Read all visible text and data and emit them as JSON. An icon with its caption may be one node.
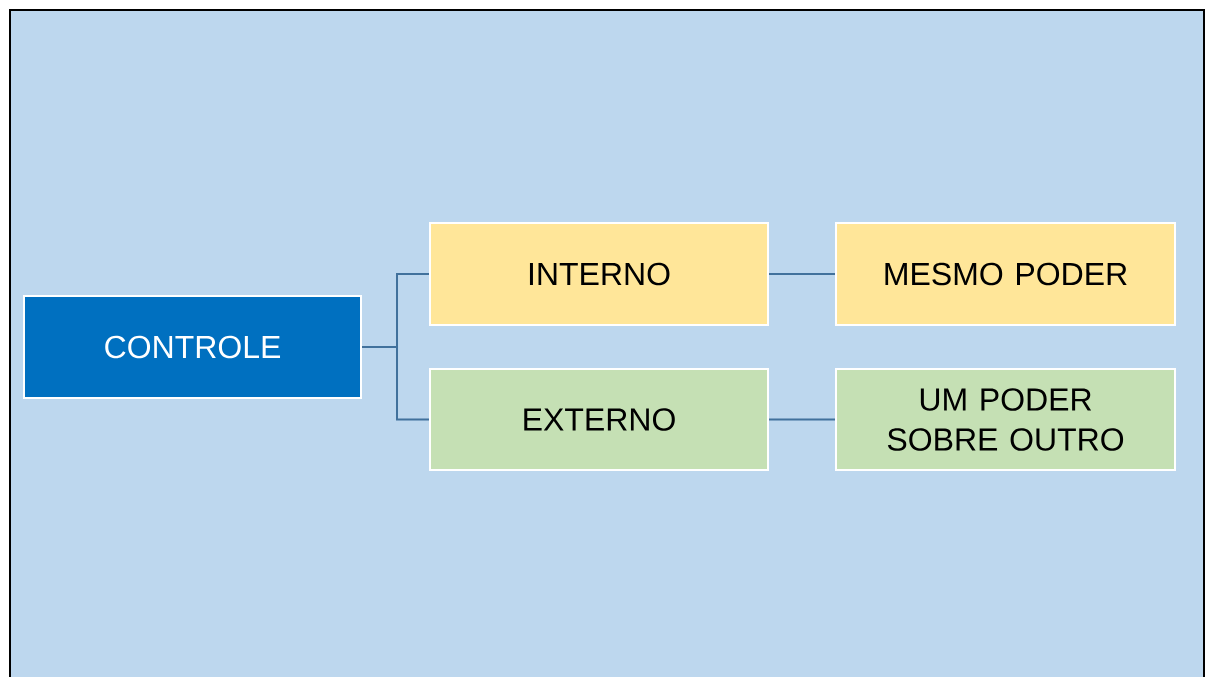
{
  "diagram": {
    "nodes": [
      {
        "text": [
          "CONTROLE"
        ]
      },
      {
        "text": [
          "INTERNO"
        ]
      },
      {
        "text": [
          "EXTERNO"
        ]
      },
      {
        "text": [
          "MESMO PODER"
        ]
      },
      {
        "text": [
          "UM PODER SOBRE OUTRO"
        ]
      }
    ],
    "edges": [
      {
        "from": 0,
        "to": 1,
        "arrow": "none"
      },
      {
        "from": 0,
        "to": 2,
        "arrow": "none"
      },
      {
        "from": 1,
        "to": 3,
        "arrow": "none"
      },
      {
        "from": 2,
        "to": 4,
        "arrow": "none"
      }
    ]
  }
}
